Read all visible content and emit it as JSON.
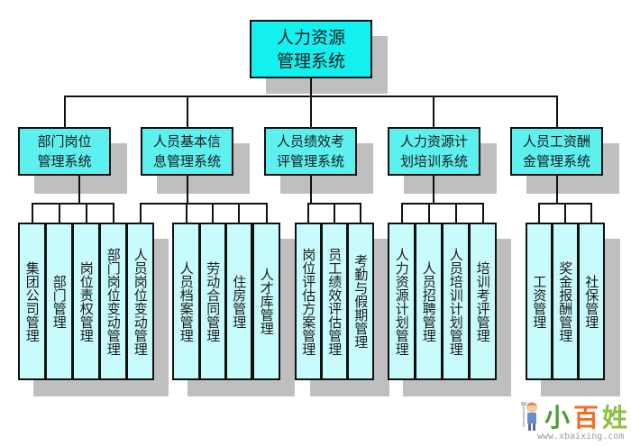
{
  "root": {
    "line1": "人力资源",
    "line2": "管理系统"
  },
  "branches": [
    {
      "line1": "部门岗位",
      "line2": "管理系统",
      "children": [
        "集团公司管理",
        "部门管理",
        "岗位责权管理",
        "部门岗位变动管理"
      ]
    },
    {
      "line1": "人员基本信",
      "line2": "息管理系统",
      "children": [
        "人员岗位变动管理",
        "人员档案管理",
        "劳动合同管理",
        "住房管理",
        "人才库管理"
      ]
    },
    {
      "line1": "人员绩效考",
      "line2": "评管理系统",
      "children": [
        "岗位评估方案管理",
        "员工绩效评估管理",
        "考勤与假期管理"
      ]
    },
    {
      "line1": "人力资源计",
      "line2": "划培训系统",
      "children": [
        "人力资源计划管理",
        "人员招聘管理",
        "人员培训计划管理",
        "培训考评管理"
      ]
    },
    {
      "line1": "人员工资酬",
      "line2": "金管理系统",
      "children": [
        "工资管理",
        "奖金报酬管理",
        "社保管理"
      ]
    }
  ],
  "watermark": {
    "brand": [
      "小",
      "百",
      "姓"
    ],
    "url": "www.xbaixing.com"
  },
  "colors": {
    "root_fill": "#13f0f0",
    "branch_fill": "#5cf0ef",
    "leaf_fill": "#c8fbfb",
    "shadow": "#bfbfbf",
    "line": "#111111"
  }
}
